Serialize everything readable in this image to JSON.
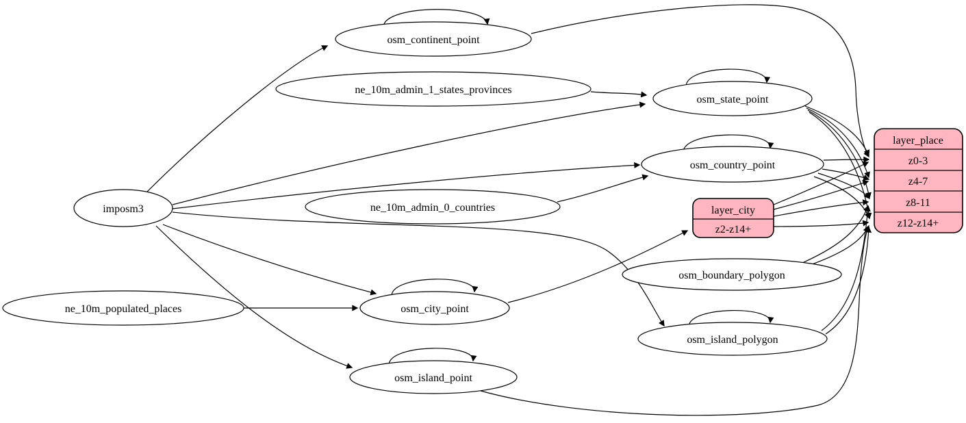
{
  "diagram": {
    "kind": "etl-flow-graph",
    "background": "#ffffff",
    "colors": {
      "node_fill": "#ffffff",
      "record_fill": "#ffb6c1",
      "stroke": "#000000",
      "text": "#000000"
    },
    "nodes": {
      "imposm3": {
        "label": "imposm3",
        "shape": "ellipse"
      },
      "osm_continent_point": {
        "label": "osm_continent_point",
        "shape": "ellipse"
      },
      "ne_10m_admin_1_states_provinces": {
        "label": "ne_10m_admin_1_states_provinces",
        "shape": "ellipse"
      },
      "osm_state_point": {
        "label": "osm_state_point",
        "shape": "ellipse"
      },
      "osm_country_point": {
        "label": "osm_country_point",
        "shape": "ellipse"
      },
      "ne_10m_admin_0_countries": {
        "label": "ne_10m_admin_0_countries",
        "shape": "ellipse"
      },
      "osm_boundary_polygon": {
        "label": "osm_boundary_polygon",
        "shape": "ellipse"
      },
      "osm_island_polygon": {
        "label": "osm_island_polygon",
        "shape": "ellipse"
      },
      "ne_10m_populated_places": {
        "label": "ne_10m_populated_places",
        "shape": "ellipse"
      },
      "osm_city_point": {
        "label": "osm_city_point",
        "shape": "ellipse"
      },
      "osm_island_point": {
        "label": "osm_island_point",
        "shape": "ellipse"
      },
      "layer_city": {
        "label": "layer_city",
        "shape": "record",
        "rows": [
          "z2-z14+"
        ]
      },
      "layer_place": {
        "label": "layer_place",
        "shape": "record",
        "rows": [
          "z0-3",
          "z4-7",
          "z8-11",
          "z12-z14+"
        ]
      }
    },
    "edges": [
      {
        "from": "imposm3",
        "to": "osm_continent_point"
      },
      {
        "from": "imposm3",
        "to": "osm_state_point"
      },
      {
        "from": "imposm3",
        "to": "osm_country_point"
      },
      {
        "from": "imposm3",
        "to": "osm_city_point"
      },
      {
        "from": "imposm3",
        "to": "osm_island_point"
      },
      {
        "from": "imposm3",
        "to": "osm_island_polygon"
      },
      {
        "from": "ne_10m_admin_1_states_provinces",
        "to": "osm_state_point"
      },
      {
        "from": "ne_10m_admin_0_countries",
        "to": "osm_country_point"
      },
      {
        "from": "ne_10m_populated_places",
        "to": "osm_city_point"
      },
      {
        "from": "osm_continent_point",
        "to": "osm_continent_point",
        "self_loop": true
      },
      {
        "from": "osm_state_point",
        "to": "osm_state_point",
        "self_loop": true
      },
      {
        "from": "osm_country_point",
        "to": "osm_country_point",
        "self_loop": true
      },
      {
        "from": "osm_city_point",
        "to": "osm_city_point",
        "self_loop": true
      },
      {
        "from": "osm_island_point",
        "to": "osm_island_point",
        "self_loop": true
      },
      {
        "from": "osm_island_polygon",
        "to": "osm_island_polygon",
        "self_loop": true
      },
      {
        "from": "osm_city_point",
        "to": "layer_city:z2-z14+"
      },
      {
        "from": "osm_continent_point",
        "to": "layer_place:z0-3"
      },
      {
        "from": "osm_state_point",
        "to": "layer_place:z0-3"
      },
      {
        "from": "osm_state_point",
        "to": "layer_place:z4-7"
      },
      {
        "from": "osm_state_point",
        "to": "layer_place:z8-11"
      },
      {
        "from": "osm_state_point",
        "to": "layer_place:z12-z14+"
      },
      {
        "from": "osm_country_point",
        "to": "layer_place:z0-3"
      },
      {
        "from": "osm_country_point",
        "to": "layer_place:z4-7"
      },
      {
        "from": "osm_country_point",
        "to": "layer_place:z8-11"
      },
      {
        "from": "osm_country_point",
        "to": "layer_place:z12-z14+"
      },
      {
        "from": "layer_city",
        "to": "layer_place:z0-3"
      },
      {
        "from": "layer_city",
        "to": "layer_place:z4-7"
      },
      {
        "from": "layer_city",
        "to": "layer_place:z8-11"
      },
      {
        "from": "layer_city",
        "to": "layer_place:z12-z14+"
      },
      {
        "from": "osm_boundary_polygon",
        "to": "layer_place:z8-11"
      },
      {
        "from": "osm_boundary_polygon",
        "to": "layer_place:z12-z14+"
      },
      {
        "from": "osm_island_polygon",
        "to": "layer_place:z8-11"
      },
      {
        "from": "osm_island_polygon",
        "to": "layer_place:z12-z14+"
      },
      {
        "from": "osm_island_point",
        "to": "layer_place:z12-z14+"
      }
    ]
  }
}
